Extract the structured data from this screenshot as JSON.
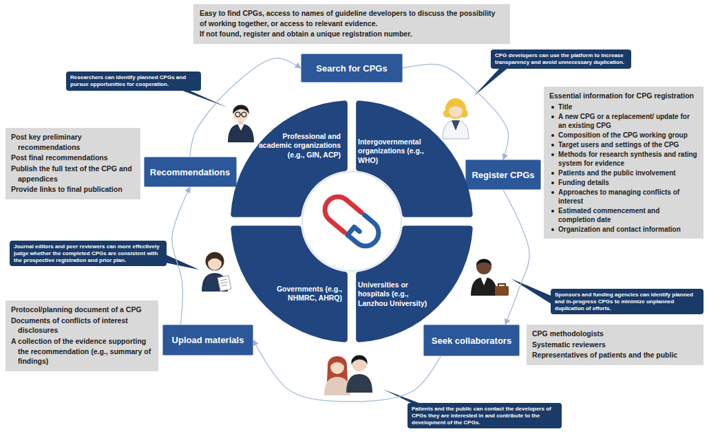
{
  "diagram": {
    "nodes": [
      {
        "text": [
          "Easy to find CPGs, access to names of guideline developers to discuss the possibility of working together, or access to relevant evidence.",
          "If not found, register and obtain a unique registration number."
        ]
      },
      {
        "text": [
          "Search for CPGs"
        ]
      },
      {
        "text": [
          "Researchers can identify planned CPGs and pursue opportunities for cooperation."
        ]
      },
      {
        "text": [
          "CPG developers can use the platform to increase transparency and avoid unnecessary duplication."
        ]
      },
      {
        "text": [
          "Essential information for CPG registration",
          "Title",
          "A new CPG or a replacement/ update for an existing CPG",
          "Composition of the CPG working group",
          "Target users and settings of the CPG",
          "Methods for research synthesis and rating system for evidence",
          "Patients and the public involvement",
          "Funding details",
          "Approaches to managing conflicts of interest",
          "Estimated commencement and completion date",
          "Organization and contact information"
        ]
      },
      {
        "text": [
          "Register CPGs"
        ]
      },
      {
        "text": [
          "Recommendations"
        ]
      },
      {
        "text": [
          "Post key preliminary recommendations",
          "Post final recommendations",
          "Publish the full text of the CPG and appendices",
          "Provide links to final publication"
        ]
      },
      {
        "text": [
          "Professional and academic organizations (e.g., GIN, ACP)"
        ]
      },
      {
        "text": [
          "Intergovernmental organizations (e.g., WHO)"
        ]
      },
      {
        "text": [
          "Governments (e.g., NHMRC, AHRQ)"
        ]
      },
      {
        "text": [
          "Universities or hospitals (e.g., Lanzhou University)"
        ]
      },
      {
        "text": [
          "Journal editors and peer reviewers can more effectively judge whether the completed CPGs are consistent with the prospective registration and prior plan."
        ]
      },
      {
        "text": [
          "Sponsors and funding agencies can identify planned and in-progress CPGs to minimize unplanned duplication of efforts."
        ]
      },
      {
        "text": [
          "Upload materials"
        ]
      },
      {
        "text": [
          "Seek collaborators"
        ]
      },
      {
        "text": [
          "Protocol/planning document of a CPG",
          "Documents of conflicts of interest disclosures",
          "A collection of the evidence supporting the recommendation (e.g., summary of findings)"
        ]
      },
      {
        "text": [
          "CPG methodologists",
          "Systematic reviewers",
          "Representatives of patients and the public"
        ]
      },
      {
        "text": [
          "Patients and the public can contact the developers of CPGs they are interested in and contribute to the development of the CPGs."
        ]
      }
    ],
    "edges": [
      {
        "from": 6,
        "to": 1,
        "arrow": "to"
      },
      {
        "from": 1,
        "to": 5,
        "arrow": "to"
      },
      {
        "from": 5,
        "to": 15,
        "arrow": "to"
      },
      {
        "from": 15,
        "to": 14,
        "arrow": "to"
      },
      {
        "from": 14,
        "to": 6,
        "arrow": "to"
      }
    ]
  }
}
